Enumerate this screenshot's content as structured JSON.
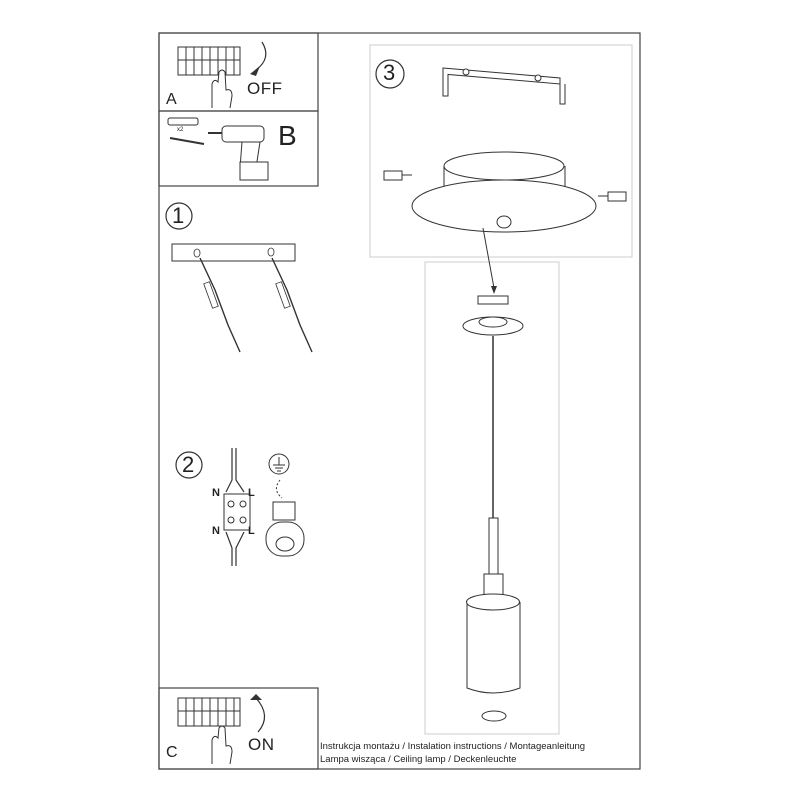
{
  "panels": {
    "a": {
      "letter": "A",
      "switch_label": "OFF"
    },
    "b": {
      "letter": "B",
      "anchor_count": "x2"
    },
    "c": {
      "letter": "C",
      "switch_label": "ON"
    },
    "step1": {
      "number": "1"
    },
    "step2": {
      "number": "2",
      "left_top": "N",
      "right_top": "L",
      "left_bottom": "N",
      "right_bottom": "L"
    },
    "step3": {
      "number": "3"
    }
  },
  "footer": {
    "line1": "Instrukcja montażu / Instalation instructions / Montageanleitung",
    "line2": "Lampa wisząca / Ceiling lamp / Deckenleuchte"
  },
  "colors": {
    "line": "#333333",
    "frame": "#444444",
    "faint": "#cccccc"
  }
}
